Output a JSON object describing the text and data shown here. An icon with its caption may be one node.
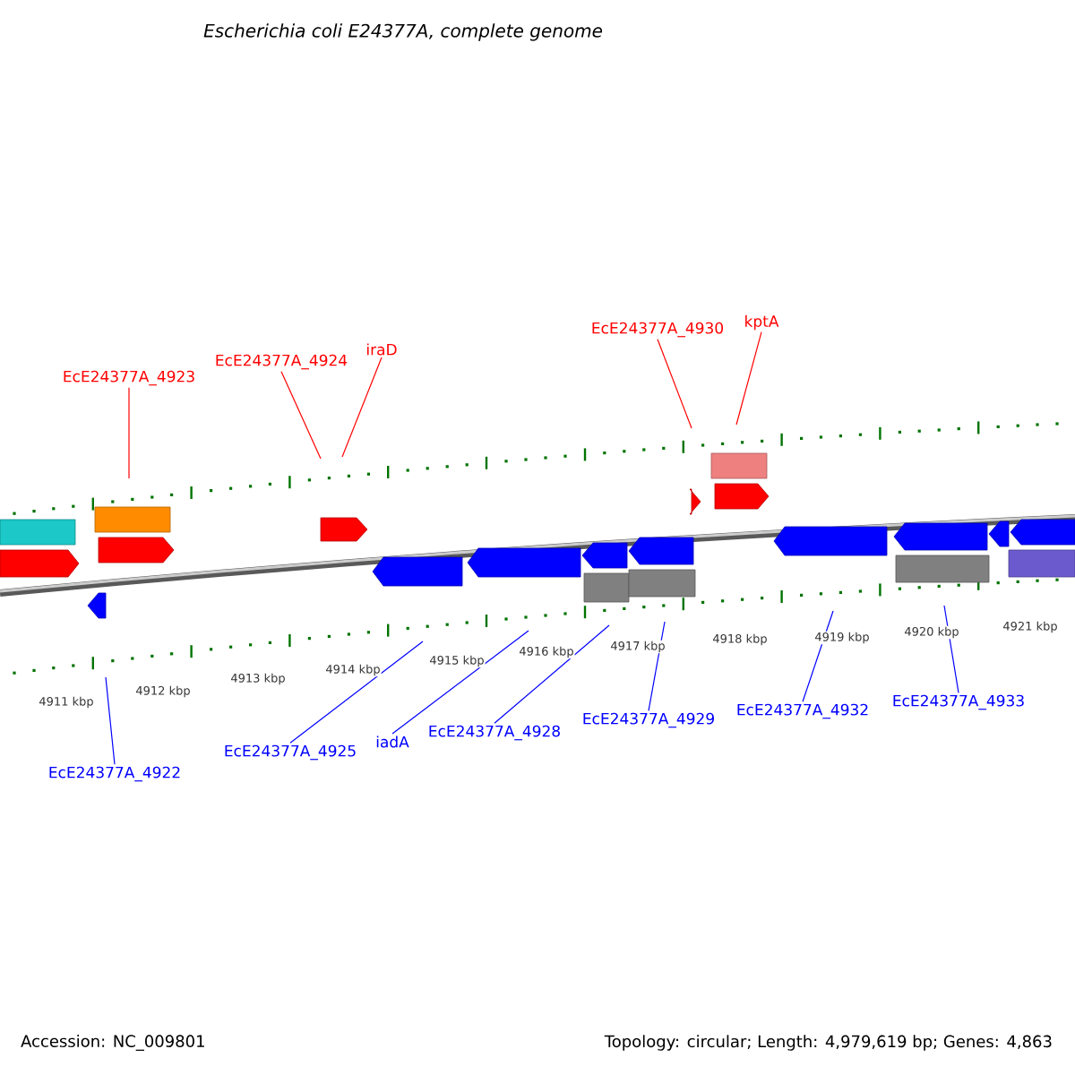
{
  "diagram": {
    "title": "Escherichia coli E24377A, complete genome",
    "nodes": [
      {
        "text": [
          "EcE24377A_4923"
        ]
      },
      {
        "text": [
          "EcE24377A_4924"
        ]
      },
      {
        "text": [
          "iraD"
        ]
      },
      {
        "text": [
          "EcE24377A_4930"
        ]
      },
      {
        "text": [
          "kptA"
        ]
      },
      {
        "text": [
          "EcE24377A_4922"
        ]
      },
      {
        "text": [
          "EcE24377A_4925"
        ]
      },
      {
        "text": [
          "iadA"
        ]
      },
      {
        "text": [
          "EcE24377A_4928"
        ]
      },
      {
        "text": [
          "EcE24377A_4929"
        ]
      },
      {
        "text": [
          "EcE24377A_4932"
        ]
      },
      {
        "text": [
          "EcE24377A_4933"
        ]
      }
    ],
    "edges": [
      {
        "from": 0,
        "to": null,
        "arrow": "none",
        "color": "#ff0000"
      },
      {
        "from": 1,
        "to": null,
        "arrow": "none",
        "color": "#ff0000"
      },
      {
        "from": 2,
        "to": null,
        "arrow": "none",
        "color": "#ff0000"
      },
      {
        "from": 3,
        "to": null,
        "arrow": "none",
        "color": "#ff0000"
      },
      {
        "from": 4,
        "to": null,
        "arrow": "none",
        "color": "#ff0000"
      },
      {
        "from": 5,
        "to": null,
        "arrow": "none"
      },
      {
        "from": 6,
        "to": null,
        "arrow": "none"
      },
      {
        "from": 7,
        "to": null,
        "arrow": "none"
      },
      {
        "from": 8,
        "to": null,
        "arrow": "none"
      },
      {
        "from": 9,
        "to": null,
        "arrow": "none"
      },
      {
        "from": 10,
        "to": null,
        "arrow": "none"
      },
      {
        "from": 11,
        "to": null,
        "arrow": "none"
      }
    ],
    "labels": [
      "4911 kbp",
      "4912 kbp",
      "4913 kbp",
      "4914 kbp",
      "4915 kbp",
      "4916 kbp",
      "4917 kbp",
      "4918 kbp",
      "4919 kbp",
      "4920 kbp",
      "4921 kbp",
      "Accession: NC_009801",
      "Topology: circular; Length: 4,979,619 bp; Genes: 4,863"
    ]
  }
}
